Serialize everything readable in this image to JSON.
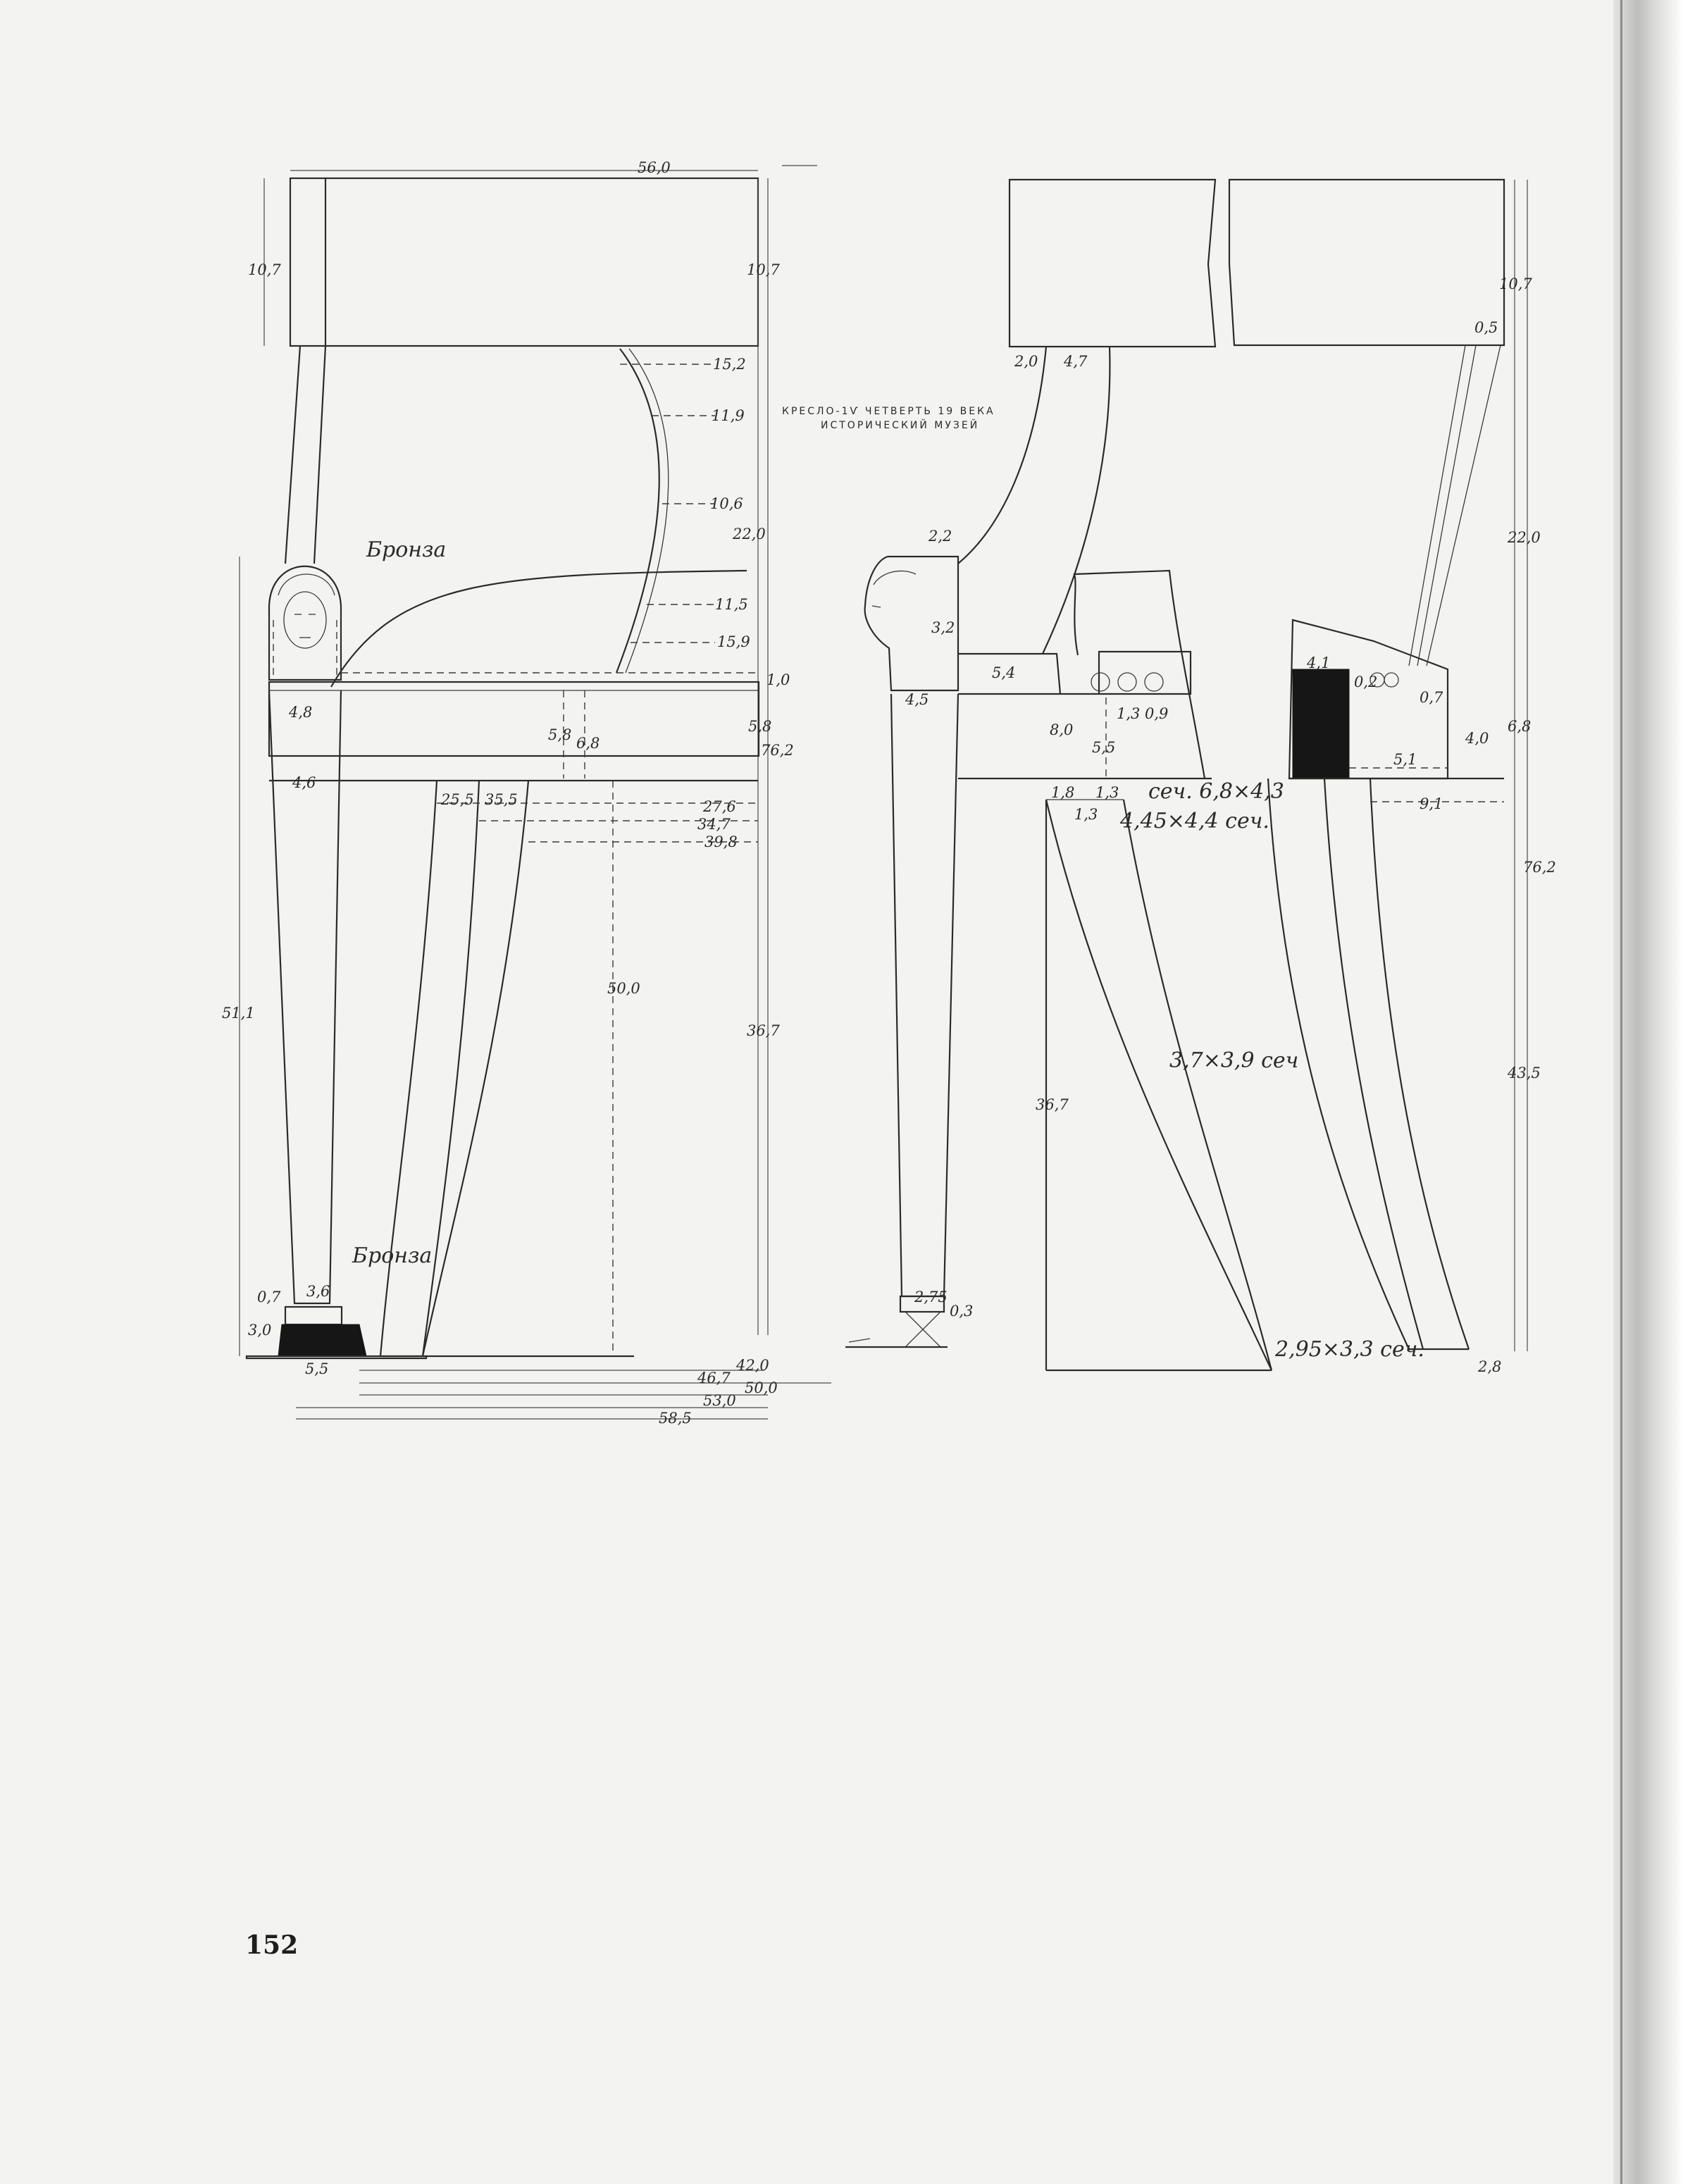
{
  "page_number": "152",
  "caption": {
    "line1": "КРЕСЛО-1Ѵ ЧЕТВЕРТЬ 19 ВЕКА",
    "line2": "ИСТОРИЧЕСКИЙ МУЗЕЙ"
  },
  "labels": {
    "bronze_top": "Бронза",
    "bronze_bottom": "Бронза",
    "section_main": "сеч. 6,8×4,3",
    "section_upper": "4,45×4,4 сеч.",
    "section_middle": "3,7×3,9 сеч",
    "section_lower": "2,95×3,3 сеч."
  },
  "front_view": {
    "top_width": "56,0",
    "back_height_left": "10,7",
    "back_height_right": "10,7",
    "curve_offsets": [
      "15,2",
      "11,9",
      "10,6",
      "11,5",
      "15,9"
    ],
    "arm_height": "22,0",
    "seat_rail": "1,0",
    "rail_height": "5,8",
    "rail_inner_a": "5,8",
    "rail_inner_b": "6,8",
    "total_height": "76,2",
    "post_top_width": "4,8",
    "post_width": "4,6",
    "leg_offsets": [
      "25,5",
      "35,5"
    ],
    "leg_spans": [
      "27,6",
      "34,7",
      "39,8"
    ],
    "inner_height": "50,0",
    "leg_height_left": "51,1",
    "leg_height_right": "36,7",
    "foot_a": "0,7",
    "foot_b": "3,0",
    "foot_c": "3,6",
    "foot_d": "5,5",
    "bottom_spans": [
      "42,0",
      "46,7",
      "50,0",
      "53,0",
      "58,5"
    ]
  },
  "side_view": {
    "arm_width": "2,0",
    "arm_depth": "4,7",
    "head_top": "2,2",
    "head_height": "3,2",
    "rail_depth": "5,4",
    "post_width": "4,5",
    "seat_a": "8,0",
    "seat_b": "5,5",
    "peg_a": "1,3",
    "peg_b": "0,9",
    "leg_a": "1,8",
    "leg_b": "1,3",
    "leg_c": "1,3",
    "leg_height": "36,7",
    "foot_a": "2,75",
    "foot_b": "0,3"
  },
  "back_view": {
    "top_height": "10,7",
    "offset": "0,5",
    "back_height": "22,0",
    "tenon_width": "4,1",
    "tenon_a": "0,2",
    "tenon_b": "0,7",
    "tenon_depth": "4,0",
    "rail_height": "6,8",
    "tenon_height": "5,1",
    "leg_offset": "9,1",
    "total_height": "76,2",
    "leg_height": "43,5",
    "foot_height": "2,8"
  }
}
